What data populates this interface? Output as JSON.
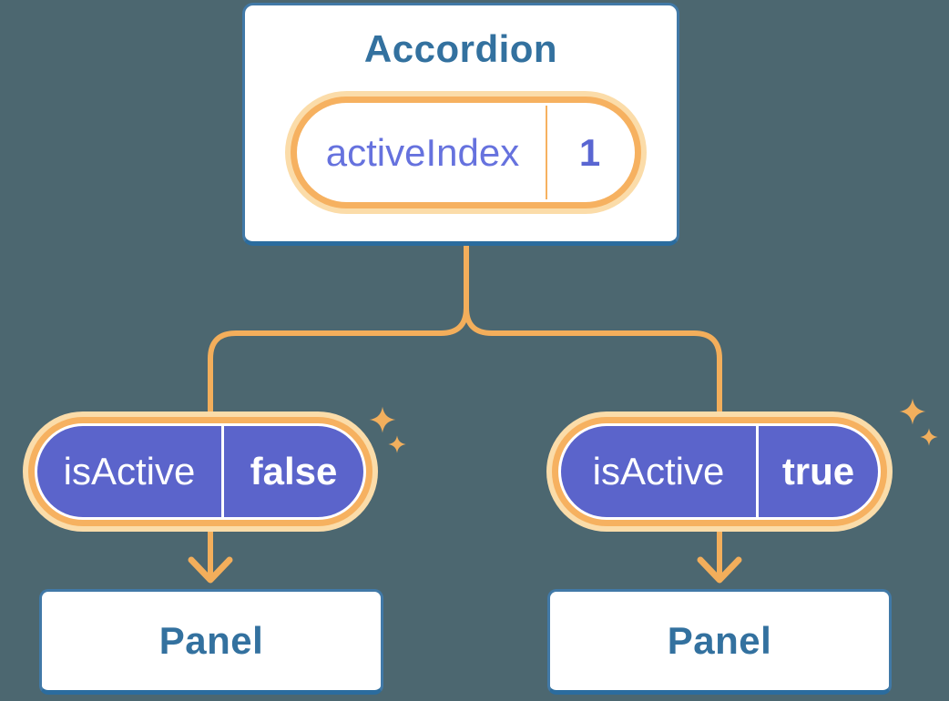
{
  "diagram": {
    "root": {
      "title": "Accordion",
      "state": {
        "name": "activeIndex",
        "value": "1"
      }
    },
    "children": [
      {
        "prop": {
          "name": "isActive",
          "value": "false"
        },
        "panel": {
          "title": "Panel"
        }
      },
      {
        "prop": {
          "name": "isActive",
          "value": "true"
        },
        "panel": {
          "title": "Panel"
        }
      }
    ],
    "colors": {
      "background": "#4C6770",
      "card_border": "#4179A7",
      "card_border_bottom": "#2B6C9E",
      "heading_text": "#33719F",
      "connector_orange": "#F3AE5B",
      "sparkle_orange": "#F2AF5D",
      "pill_glow": "#FBDCA9",
      "pill_ring": "#F6B160",
      "purple_fill": "#5B64CB",
      "purple_text": "#6672DE",
      "purple_value_text": "#5A66D2"
    }
  }
}
